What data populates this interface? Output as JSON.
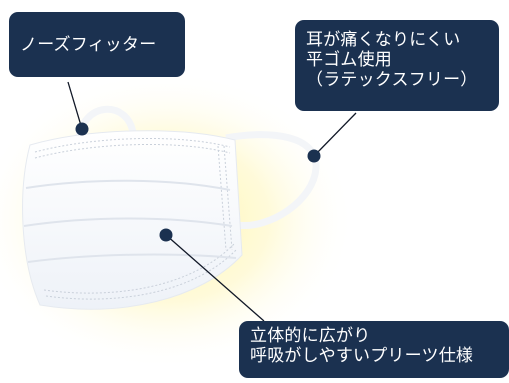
{
  "callouts": {
    "nose_fitter": "ノーズフィッター",
    "ear_loops": "耳が痛くなりにくい\n平ゴム使用\n（ラテックスフリー）",
    "pleats": "立体的に広がり\n呼吸がしやすいプリーツ仕様"
  },
  "colors": {
    "label_bg": "#1b3150",
    "label_text": "#ffffff",
    "glow": "#fff6a8",
    "mask": "#fbfcff",
    "stitch": "#c9d0da",
    "leader": "#111827"
  }
}
